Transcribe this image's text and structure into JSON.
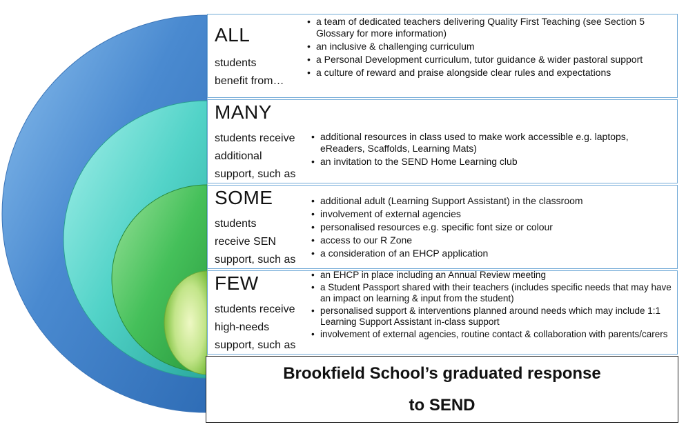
{
  "tiers": [
    {
      "heading": "ALL",
      "subtext": "students\nbenefit from…",
      "bullets": [
        "a team of dedicated teachers delivering Quality First Teaching (see Section 5 Glossary for more information)",
        "an inclusive & challenging curriculum",
        "a Personal Development curriculum, tutor guidance & wider pastoral support",
        "a culture of reward and praise alongside clear rules and expectations"
      ]
    },
    {
      "heading": "MANY",
      "subtext": "students receive\nadditional\nsupport, such as",
      "bullets": [
        "additional resources in class used to make work accessible e.g. laptops, eReaders, Scaffolds, Learning Mats)",
        " an invitation to the SEND Home Learning club"
      ]
    },
    {
      "heading": "SOME",
      "subtext": "students\nreceive SEN\nsupport, such as",
      "bullets": [
        "additional adult (Learning Support Assistant) in the classroom",
        "involvement of external agencies",
        "personalised resources e.g. specific font size or colour",
        "access to our R Zone",
        "a consideration of an EHCP application"
      ]
    },
    {
      "heading": "FEW",
      "subtext": "students receive\nhigh-needs\nsupport, such as",
      "bullets": [
        "an EHCP in place including an Annual Review meeting",
        "a Student Passport shared with their teachers (includes specific needs that may have an impact on learning & input from the student)",
        "personalised support & interventions planned around needs which may include 1:1 Learning Support Assistant in-class support",
        "involvement of external agencies, routine contact & collaboration with parents/carers"
      ]
    }
  ],
  "footer": {
    "line1": "Brookfield School’s graduated response",
    "line2": "to SEND"
  },
  "colors": {
    "all": "#4a86c8",
    "many": "#4ccfc4",
    "some": "#3fbf5a",
    "few": "#b8e07a",
    "border": "#6fa8d6"
  }
}
